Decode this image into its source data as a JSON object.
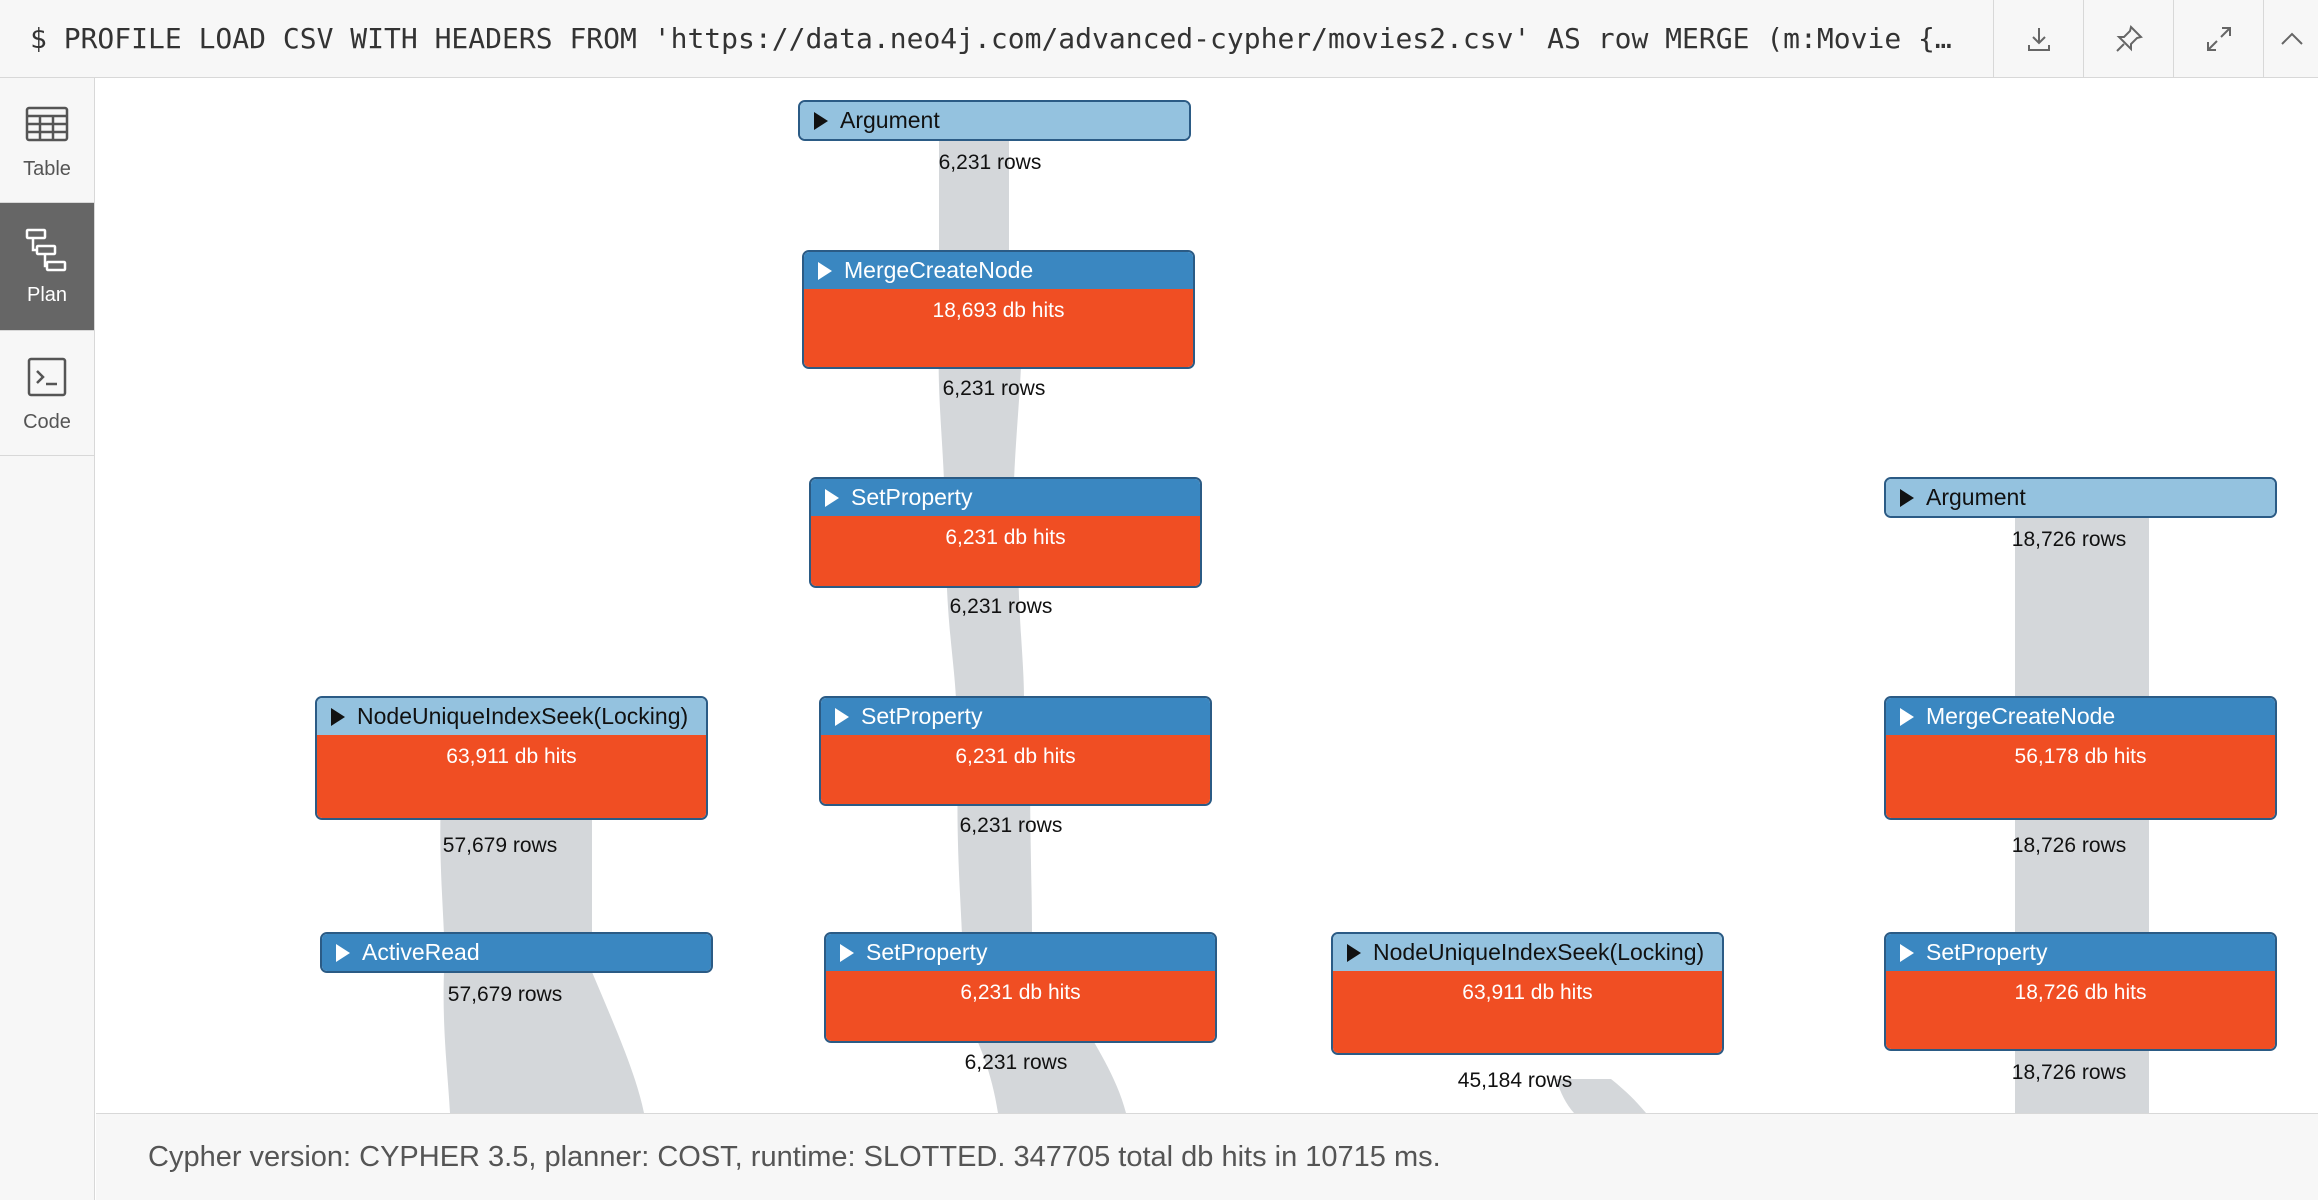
{
  "query": {
    "text": "$ PROFILE LOAD CSV WITH HEADERS FROM 'https://data.neo4j.com/advanced-cypher/movies2.csv' AS row MERGE (m:Movie {…"
  },
  "toolbar": {
    "icons": [
      "download-icon",
      "pin-icon",
      "expand-icon",
      "chevron-up-icon"
    ]
  },
  "sidebar": {
    "items": [
      {
        "label": "Table",
        "icon": "table-icon",
        "active": false
      },
      {
        "label": "Plan",
        "icon": "plan-icon",
        "active": true
      },
      {
        "label": "Code",
        "icon": "code-icon",
        "active": false
      }
    ]
  },
  "colors": {
    "header_light": "#94c2df",
    "header_dark": "#3a87c1",
    "db_hits": "#f04e23",
    "flow": "#d4d7da"
  },
  "plan": {
    "nodes": [
      {
        "id": "n0",
        "name": "Argument",
        "db_hits": "",
        "rows": "6,231 rows",
        "style": "light"
      },
      {
        "id": "n1",
        "name": "MergeCreateNode",
        "db_hits": "18,693 db hits",
        "rows": "6,231 rows",
        "style": "dark"
      },
      {
        "id": "n2",
        "name": "SetProperty",
        "db_hits": "6,231 db hits",
        "rows": "6,231 rows",
        "style": "dark"
      },
      {
        "id": "n3",
        "name": "SetProperty",
        "db_hits": "6,231 db hits",
        "rows": "6,231 rows",
        "style": "dark"
      },
      {
        "id": "n4",
        "name": "SetProperty",
        "db_hits": "6,231 db hits",
        "rows": "6,231 rows",
        "style": "dark"
      },
      {
        "id": "n5",
        "name": "NodeUniqueIndexSeek(Locking)",
        "db_hits": "63,911 db hits",
        "rows": "57,679 rows",
        "style": "light"
      },
      {
        "id": "n6",
        "name": "ActiveRead",
        "db_hits": "",
        "rows": "57,679 rows",
        "style": "dark"
      },
      {
        "id": "n7",
        "name": "NodeUniqueIndexSeek(Locking)",
        "db_hits": "63,911 db hits",
        "rows": "45,184 rows",
        "style": "light"
      },
      {
        "id": "n8",
        "name": "Argument",
        "db_hits": "",
        "rows": "18,726 rows",
        "style": "light"
      },
      {
        "id": "n9",
        "name": "MergeCreateNode",
        "db_hits": "56,178 db hits",
        "rows": "18,726 rows",
        "style": "dark"
      },
      {
        "id": "n10",
        "name": "SetProperty",
        "db_hits": "18,726 db hits",
        "rows": "18,726 rows",
        "style": "dark"
      }
    ]
  },
  "footer": {
    "text": "Cypher version: CYPHER 3.5, planner: COST, runtime: SLOTTED. 347705 total db hits in 10715 ms."
  }
}
